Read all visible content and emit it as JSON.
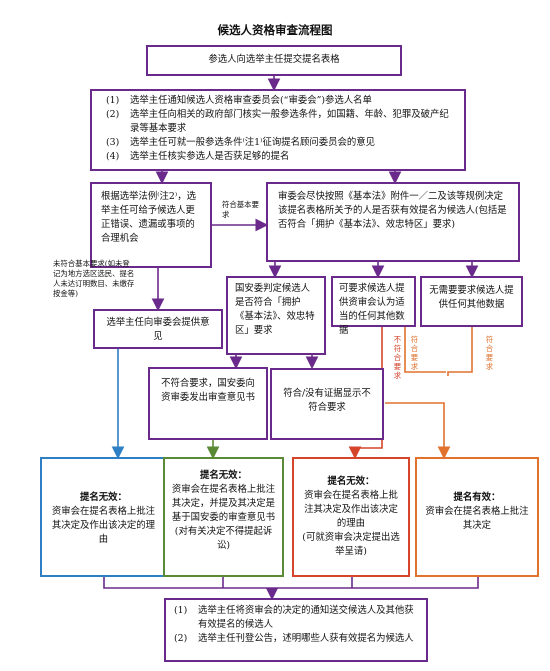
{
  "title": "候选人资格审查流程图",
  "submit": "参选人向选举主任提交提名表格",
  "steps": [
    {
      "num": "(1)",
      "text": "选举主任通知候选人资格审查委员会(“审委会”)参选人名单"
    },
    {
      "num": "(2)",
      "text": "选举主任向相关的政府部门核实一般参选条件，如国籍、年龄、犯罪及破产纪录等基本要求"
    },
    {
      "num": "(3)",
      "text": "选举主任可就一般参选条件⁽注1⁾征询提名顾问委员会的意见"
    },
    {
      "num": "(4)",
      "text": "选举主任核实参选人是否获足够的提名"
    }
  ],
  "correction": "根据选举法例⁽注2⁾，选举主任可给予候选人更正错误、遗漏或事项的合理机会",
  "meets_basic": "符合基本要求",
  "review": "审委会尽快按照《基本法》附件一／二及该等规例决定该提名表格所关予的人是否获有效提名为候选人(包括是否符合「拥护《基本法》、效忠特区」要求)",
  "not_meet_basic": "未符合基本要求(如未登记为地方选区选民、提名人未达订明数目、未缴存按金等)",
  "advice": "选举主任向审委会提供意见",
  "nsc": "国安委判定候选人是否符合「拥护《基本法》、效忠特区」要求",
  "request_data": "可要求候选人提供资审会认为适当的任何其他数据",
  "no_need": "无需要要求候选人提供任何其他数据",
  "nsc_fail": "不符合要求，国安委向资审委发出审查意见书",
  "insufficient": "符合/没有证据显示不符合要求",
  "v_fail": "不符合要求",
  "v_ok1": "符合要求",
  "v_ok2": "符合要求",
  "invalid_a_head": "提名无效：",
  "invalid_a_body": "资审会在提名表格上批注其决定及作出该决定的理由",
  "invalid_b_head": "提名无效：",
  "invalid_b_body": "资审会在提名表格上批注其决定，并提及其决定是基于国安委的审查意见书",
  "invalid_b_note": "(对有关决定不得提起诉讼)",
  "invalid_c_head": "提名无效：",
  "invalid_c_body": "资审会在提名表格上批注其决定及作出该决定的理由",
  "invalid_c_note": "(可就资审会决定提出选举呈请)",
  "valid_head": "提名有效：",
  "valid_body": "资审会在提名表格上批注其决定",
  "final": [
    {
      "num": "(1)",
      "text": "选举主任将资审会的决定的通知送交候选人及其他获有效提名的候选人"
    },
    {
      "num": "(2)",
      "text": "选举主任刊登公告，述明哪些人获有效提名为候选人"
    }
  ],
  "colors": {
    "purple": "#6a2a8c",
    "blue": "#2f7fc4",
    "green": "#5a8a36",
    "red": "#d4452c",
    "orange": "#e0722e"
  }
}
